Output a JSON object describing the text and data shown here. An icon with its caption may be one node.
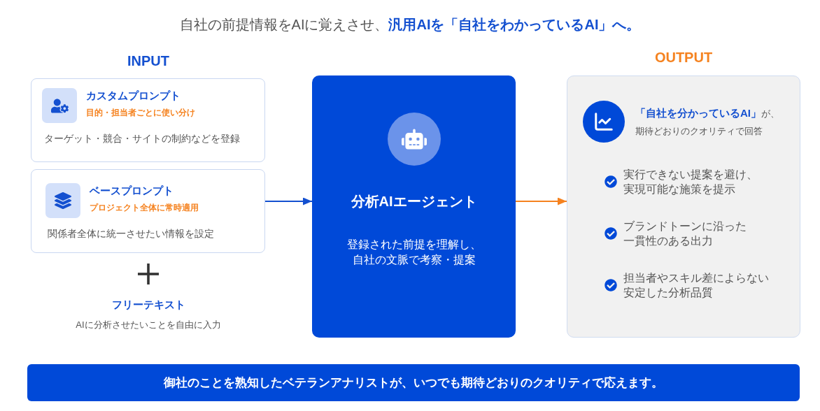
{
  "diagram": {
    "title": "自社の前提情報をAIに覚えさせ、**汎用AIを「自社をわかっているAI」へ。**",
    "nodes": [
      {
        "text": [
          "カスタムプロンプト",
          "目的・担当者ごとに使い分け",
          "ターゲット・競合・サイトの制約などを登録"
        ]
      },
      {
        "text": [
          "ベースプロンプト",
          "プロジェクト全体に常時適用",
          "関係者全体に統一させたい情報を設定"
        ]
      },
      {
        "text": [
          "分析AIエージェント",
          "登録された前提を理解し、自社の文脈で考察・提案"
        ]
      },
      {
        "text": [
          "**「自社を分かっているAI」**が、",
          "期待どおりのクオリティで回答",
          "実行できない提案を避け、実現可能な施策を提示",
          "ブランドトーンに沿った一貫性のある出力",
          "担当者やスキル差によらない安定した分析品質"
        ]
      },
      {
        "text": [
          "御社のことを熟知したベテランアナリストが、いつでも期待どおりのクオリティで応えます。"
        ]
      }
    ],
    "edges": [
      {
        "from": 1,
        "to": 2,
        "arrow": "to",
        "color": "#1450d0"
      },
      {
        "from": 2,
        "to": 3,
        "arrow": "to",
        "color": "#f5821f"
      }
    ],
    "labels": [
      "INPUT",
      "OUTPUT",
      "フリーテキスト",
      "AIに分析させたいことを自由に入力"
    ]
  }
}
